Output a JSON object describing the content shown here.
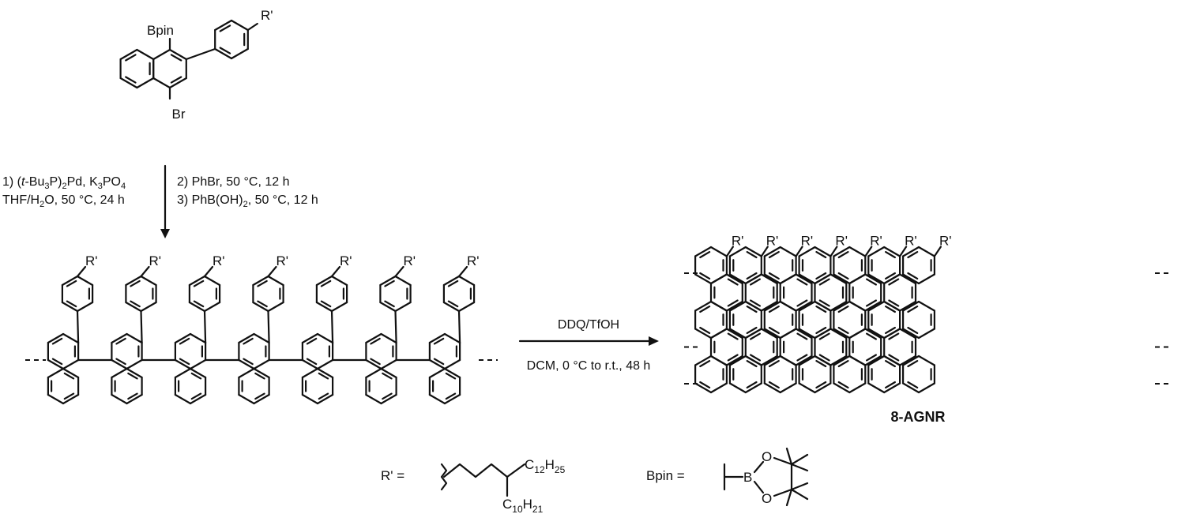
{
  "monomer": {
    "substituent_top": "Bpin",
    "substituent_bottom": "Br",
    "substituent_phenyl": "R'"
  },
  "step1": {
    "left_line1_prefix": "1) (",
    "left_line1_italic": "t",
    "left_line1_mid": "-Bu",
    "left_line1_sub1": "3",
    "left_line1_mid2": "P)",
    "left_line1_sub2": "2",
    "left_line1_mid3": "Pd, K",
    "left_line1_sub3": "3",
    "left_line1_mid4": "PO",
    "left_line1_sub4": "4",
    "left_line2_prefix": "THF/H",
    "left_line2_sub": "2",
    "left_line2_suffix": "O, 50 °C, 24 h",
    "right_line1": "2) PhBr, 50 °C, 12 h",
    "right_line2_prefix": "3) PhB(OH)",
    "right_line2_sub": "2",
    "right_line2_suffix": ", 50 °C, 12 h"
  },
  "polymer": {
    "substituent": "R'"
  },
  "step2": {
    "above": "DDQ/TfOH",
    "below": "DCM, 0 °C to r.t., 48 h"
  },
  "product": {
    "name": "8-AGNR",
    "substituent": "R'"
  },
  "legend": {
    "r_label": "R' =",
    "r_group1_prefix": "C",
    "r_group1_sub1": "12",
    "r_group1_mid": "H",
    "r_group1_sub2": "25",
    "r_group2_prefix": "C",
    "r_group2_sub1": "10",
    "r_group2_mid": "H",
    "r_group2_sub2": "21",
    "bpin_label": "Bpin =",
    "bpin_B": "B",
    "bpin_O1": "O",
    "bpin_O2": "O"
  }
}
